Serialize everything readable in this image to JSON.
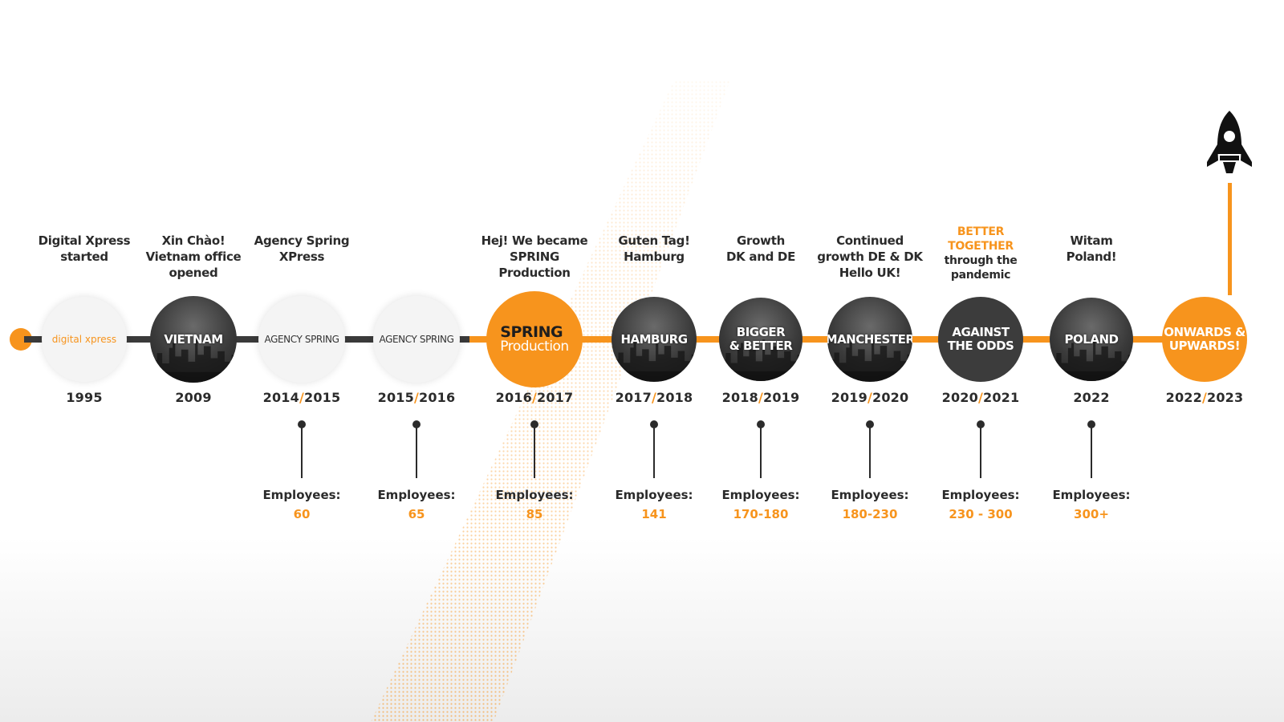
{
  "colors": {
    "accent": "#f7941d",
    "dark": "#2b2b2b",
    "track_dark": "#3a3a3a"
  },
  "milestones": [
    {
      "caption": [
        "Digital Xpress",
        "started"
      ],
      "circle": "digital xpress",
      "year": [
        "1995"
      ],
      "employees_label": "",
      "employees_value": ""
    },
    {
      "caption": [
        "Xin Chào!",
        "Vietnam office",
        "opened"
      ],
      "circle": "VIETNAM",
      "year": [
        "2009"
      ],
      "employees_label": "",
      "employees_value": ""
    },
    {
      "caption": [
        "Agency Spring",
        "XPress"
      ],
      "circle": "AGENCY SPRING",
      "year": [
        "2014",
        "2015"
      ],
      "employees_label": "Employees:",
      "employees_value": "60"
    },
    {
      "caption": [],
      "circle": "AGENCY SPRING",
      "year": [
        "2015",
        "2016"
      ],
      "employees_label": "Employees:",
      "employees_value": "65"
    },
    {
      "caption": [
        "Hej! We became",
        "SPRING Production"
      ],
      "circle": "SPRING",
      "circle_sub": "Production",
      "year": [
        "2016",
        "2017"
      ],
      "employees_label": "Employees:",
      "employees_value": "85"
    },
    {
      "caption": [
        "Guten Tag!",
        "Hamburg"
      ],
      "circle": "HAMBURG",
      "year": [
        "2017",
        "2018"
      ],
      "employees_label": "Employees:",
      "employees_value": "141"
    },
    {
      "caption": [
        "Growth",
        "DK and DE"
      ],
      "circle": "BIGGER",
      "circle_sub": "& BETTER",
      "year": [
        "2018",
        "2019"
      ],
      "employees_label": "Employees:",
      "employees_value": "170-180"
    },
    {
      "caption": [
        "Continued",
        "growth DE & DK",
        "Hello UK!"
      ],
      "circle": "MANCHESTER",
      "year": [
        "2019",
        "2020"
      ],
      "employees_label": "Employees:",
      "employees_value": "180-230"
    },
    {
      "caption_highlight": [
        "BETTER",
        "TOGETHER"
      ],
      "caption": [
        "through the",
        "pandemic"
      ],
      "circle": "AGAINST",
      "circle_sub": "THE ODDS",
      "year": [
        "2020",
        "2021"
      ],
      "employees_label": "Employees:",
      "employees_value": "230 - 300"
    },
    {
      "caption": [
        "Witam",
        "Poland!"
      ],
      "circle": "POLAND",
      "year": [
        "2022"
      ],
      "employees_label": "Employees:",
      "employees_value": "300+"
    },
    {
      "caption": [],
      "circle": "ONWARDS &",
      "circle_sub": "UPWARDS!",
      "year": [
        "2022",
        "2023"
      ],
      "employees_label": "",
      "employees_value": ""
    }
  ],
  "icons": {
    "rocket": "rocket-icon",
    "start": "start-dot-icon"
  }
}
